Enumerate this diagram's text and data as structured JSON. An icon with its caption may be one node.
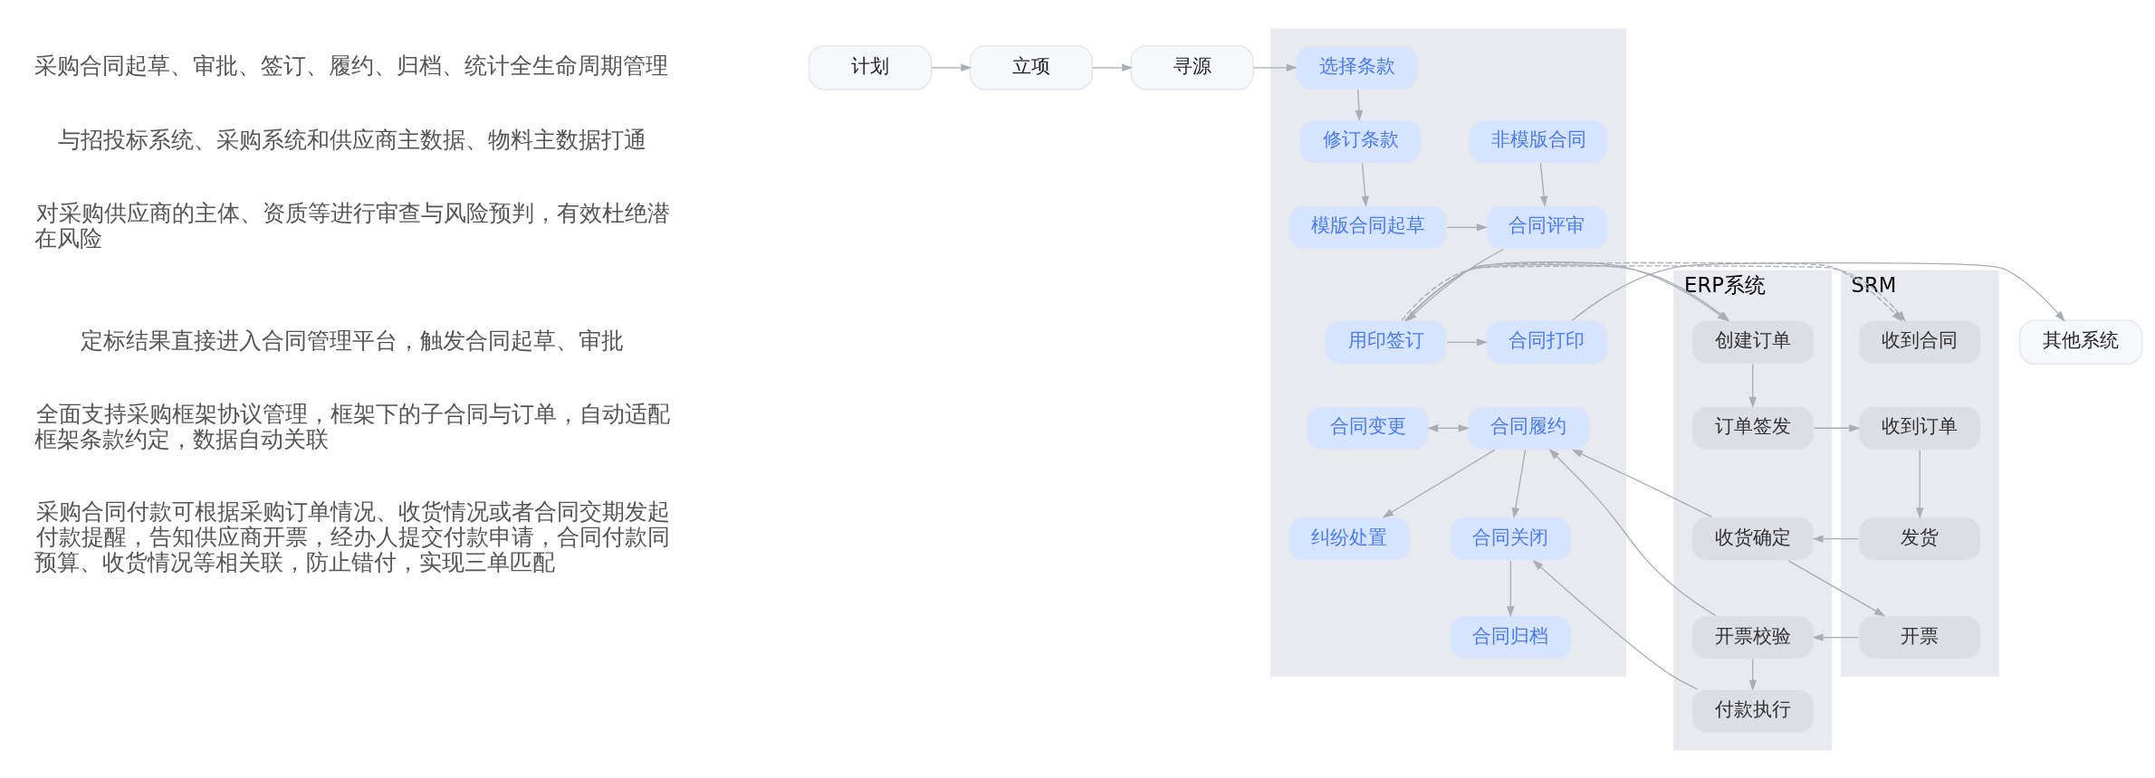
{
  "diagram": {
    "nodes": [
      {
        "text": [
          "计划"
        ]
      },
      {
        "text": [
          "立项"
        ]
      },
      {
        "text": [
          "寻源"
        ]
      },
      {
        "text": [],
        "shape": "box"
      },
      {
        "text": [
          "选择条款"
        ],
        "in": 3
      },
      {
        "text": [
          "修订条款"
        ],
        "in": 3
      },
      {
        "text": [
          "非模版合同"
        ],
        "in": 3
      },
      {
        "text": [
          "模版合同起草"
        ],
        "in": 3
      },
      {
        "text": [
          "合同评审"
        ],
        "in": 3
      },
      {
        "text": [
          "其他系统"
        ]
      },
      {
        "text": [
          "合同打印"
        ],
        "in": 3
      },
      {
        "text": [
          "用印签订"
        ],
        "in": 3
      },
      {
        "text": [
          "合同变更"
        ],
        "in": 3
      },
      {
        "text": [
          "合同履约"
        ],
        "in": 3
      },
      {
        "text": [
          "纠纷处置"
        ],
        "in": 3
      },
      {
        "text": [
          "合同关闭"
        ],
        "in": 3
      },
      {
        "text": [
          "合同归档"
        ],
        "in": 3
      },
      {
        "text": [
          "ERP系统"
        ]
      },
      {
        "text": [
          "创建订单"
        ],
        "in": 17
      },
      {
        "text": [
          "订单签发"
        ],
        "in": 17
      },
      {
        "text": [
          "收货确定"
        ],
        "in": 17
      },
      {
        "text": [
          "开票校验"
        ],
        "in": 17
      },
      {
        "text": [
          "付款执行"
        ],
        "in": 17
      },
      {
        "text": [
          "SRM"
        ]
      },
      {
        "text": [
          "收到合同"
        ],
        "in": 23
      },
      {
        "text": [
          "收到订单"
        ],
        "in": 23
      },
      {
        "text": [
          "发货"
        ],
        "in": 23
      },
      {
        "text": [
          "开票"
        ],
        "in": 23
      }
    ],
    "edges": [
      {
        "from": 0,
        "to": 1,
        "arrow": "to"
      },
      {
        "from": 1,
        "to": 2,
        "arrow": "to"
      },
      {
        "from": 2,
        "to": 4,
        "arrow": "to"
      },
      {
        "from": 4,
        "to": 5,
        "arrow": "to"
      },
      {
        "from": 5,
        "to": 7,
        "arrow": "to"
      },
      {
        "from": 6,
        "to": 8,
        "arrow": "to"
      },
      {
        "from": 7,
        "to": 8,
        "arrow": "to"
      },
      {
        "from": 8,
        "to": 11,
        "arrow": "to"
      },
      {
        "from": 11,
        "to": 10,
        "arrow": "to"
      },
      {
        "from": 10,
        "to": 9,
        "arrow": "to"
      },
      {
        "from": 12,
        "to": 13,
        "arrow": "both"
      },
      {
        "from": 13,
        "to": 14,
        "arrow": "to"
      },
      {
        "from": 13,
        "to": 15,
        "arrow": "to"
      },
      {
        "from": 15,
        "to": 16,
        "arrow": "to"
      },
      {
        "from": 11,
        "to": 24,
        "arrow": "to",
        "style": "dashed"
      },
      {
        "from": 11,
        "to": 18,
        "arrow": "to"
      },
      {
        "from": 18,
        "to": 19,
        "arrow": "to"
      },
      {
        "from": 19,
        "to": 25,
        "arrow": "to"
      },
      {
        "from": 25,
        "to": 26,
        "arrow": "to"
      },
      {
        "from": 26,
        "to": 20,
        "arrow": "to"
      },
      {
        "from": 20,
        "to": 27,
        "arrow": "to"
      },
      {
        "from": 27,
        "to": 21,
        "arrow": "to"
      },
      {
        "from": 21,
        "to": 22,
        "arrow": "to"
      },
      {
        "from": 20,
        "to": 13,
        "arrow": "to"
      },
      {
        "from": 21,
        "to": 13,
        "arrow": "to"
      },
      {
        "from": 22,
        "to": 15,
        "arrow": "to"
      }
    ],
    "labels": [
      "采购合同起草、审批、签订、履约、归档、统计全生命周期管理",
      "与招投标系统、采购系统和供应商主数据、物料主数据打通",
      "对采购供应商的主体、资质等进行审查与风险预判，有效杜绝潜在风险",
      "定标结果直接进入合同管理平台，触发合同起草、审批",
      "全面支持采购框架协议管理，框架下的子合同与订单，自动适配框架条款约定，数据自动关联",
      "采购合同付款可根据采购订单情况、收货情况或者合同交期发起付款提醒，告知供应商开票，经办人提交付款申请，合同付款同预算、收货情况等相关联，防止错付，实现三单匹配"
    ]
  }
}
